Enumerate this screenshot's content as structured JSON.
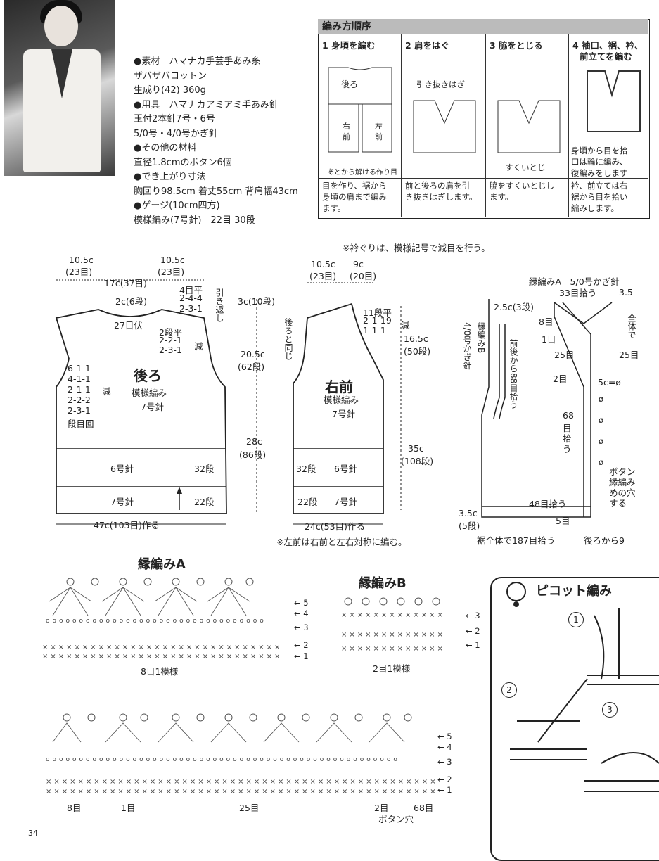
{
  "materials": [
    "●素材　ハマナカ手芸手あみ糸",
    "ザバザバコットン",
    "生成り(42) 360g",
    "●用具　ハマナカアミアミ手あみ針",
    "玉付2本針7号・6号",
    "5/0号・4/0号かぎ針",
    "●その他の材料",
    "直径1.8cmのボタン6個",
    "●でき上がり寸法",
    "胸回り98.5cm 着丈55cm 背肩幅43cm",
    "●ゲージ(10cm四方)",
    "模様編み(7号針)　22目 30段"
  ],
  "order": {
    "title": "編み方順序",
    "steps": [
      {
        "title": "1 身頃を編む",
        "desc": [
          "目を作り、裾から",
          "身頃の肩まで編み",
          "ます。"
        ],
        "labels": [
          "後ろ",
          "右前",
          "左前",
          "あとから解ける作り目"
        ]
      },
      {
        "title": "2 肩をはぐ",
        "desc": [
          "前と後ろの肩を引",
          "き抜きはぎします。"
        ],
        "labels": [
          "引き抜きはぎ"
        ]
      },
      {
        "title": "3 脇をとじる",
        "desc": [
          "脇をすくいとじし",
          "ます。"
        ],
        "labels": [
          "すくいとじ"
        ]
      },
      {
        "title": "4 袖口、裾、衿、",
        "title2": "前立てを編む",
        "desc": [
          "衿、前立ては右",
          "裾から目を拾い",
          "編みします。"
        ],
        "labels": [
          "身頃から目を拾",
          "口は輪に編み、",
          "復編みをします"
        ]
      }
    ]
  },
  "note_neck": "※衿ぐりは、模様記号で減目を行う。",
  "back": {
    "title": "後ろ",
    "pattern": "模様編み",
    "needle": "7号針",
    "dims": [
      "10.5c",
      "(23目)",
      "17c(37目)",
      "10.5c",
      "(23目)",
      "2c(6段)",
      "27目伏",
      "4目平",
      "2-4-4",
      "2-3-1",
      "引き返し",
      "2段平",
      "2-2-1",
      "2-3-1",
      "減",
      "6-1-1",
      "4-1-1",
      "2-1-1",
      "2-2-2",
      "2-3-1",
      "段目回",
      "減",
      "6号針",
      "32段",
      "7号針",
      "22段",
      "47c(103目)作る"
    ]
  },
  "side": [
    "3c(10段)",
    "20.5c",
    "(62段)",
    "28c",
    "(86段)"
  ],
  "front": {
    "title": "右前",
    "pattern": "模様編み",
    "needle": "7号針",
    "dims": [
      "10.5c",
      "(23目)",
      "9c",
      "(20目)",
      "後ろと同じ",
      "11段平",
      "2-1-19",
      "1-1-1",
      "減",
      "16.5c",
      "(50段)",
      "35c",
      "(108段)",
      "32段",
      "6号針",
      "22段",
      "7号針",
      "24c(53目)作る"
    ],
    "note": "※左前は右前と左右対称に編む。"
  },
  "edge": {
    "labels": [
      "縁編みA　5/0号かぎ針",
      "33目拾う",
      "3.5",
      "2.5c(3段)",
      "8目",
      "1目",
      "25目",
      "2目",
      "5c=ø",
      "68",
      "目",
      "拾",
      "う",
      "48目拾う",
      "3.5c",
      "(5段)",
      "5目",
      "裾全体で187目拾う",
      "後ろから9",
      "縁編みB",
      "4/0号かぎ針",
      "前後から88目拾う",
      "ボタン",
      "縁編み",
      "めの穴",
      "する",
      "全体で",
      "25目"
    ]
  },
  "chartA": {
    "title": "縁編みA",
    "rows": [
      "5",
      "4",
      "3",
      "2",
      "1"
    ],
    "repeat": "8目1模様",
    "bottom": [
      "8目",
      "1目",
      "25目",
      "2目",
      "ボタン穴",
      "68目"
    ]
  },
  "chartB": {
    "title": "縁編みB",
    "rows": [
      "3",
      "2",
      "1"
    ],
    "repeat": "2目1模様"
  },
  "picot": {
    "title": "ピコット編み",
    "steps": [
      "1",
      "2",
      "3"
    ]
  },
  "page_number": "34"
}
